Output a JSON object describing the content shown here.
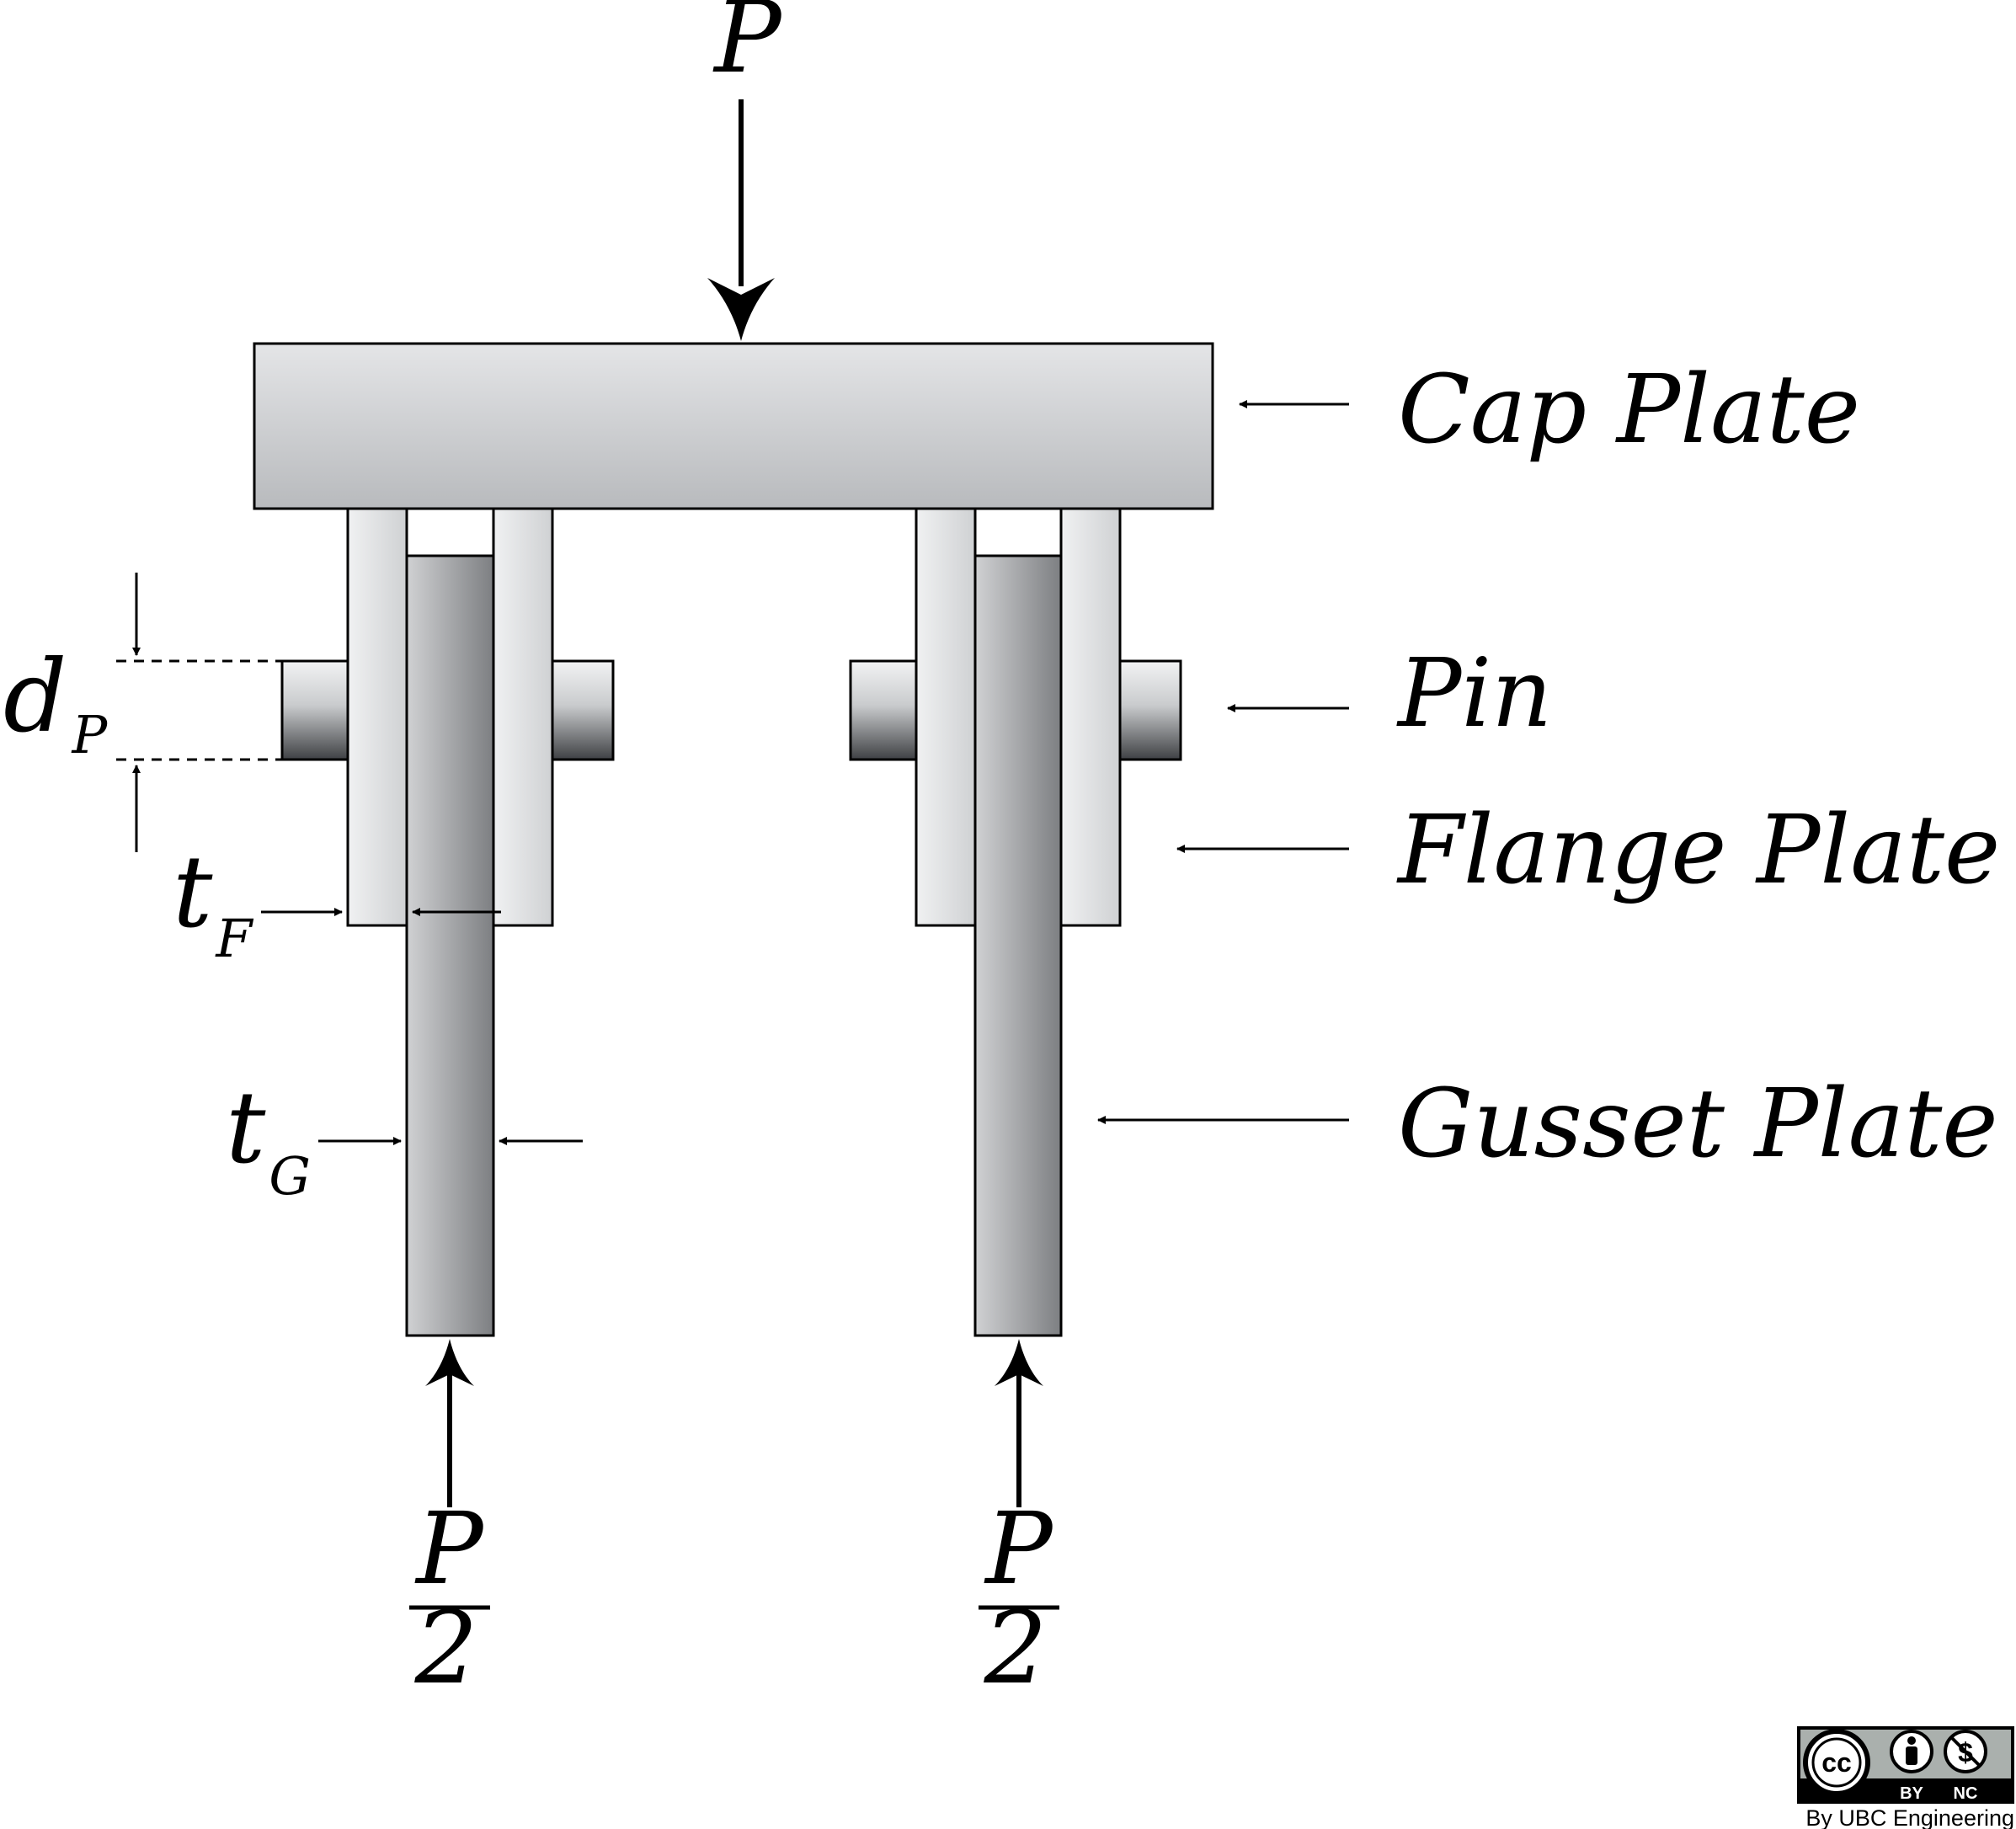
{
  "labels": {
    "cap_plate": "Cap Plate",
    "pin": "Pin",
    "flange_plate": "Flange Plate",
    "gusset_plate": "Gusset Plate"
  },
  "loads": {
    "applied": "P",
    "reaction_numerator": "P",
    "reaction_denominator": "2"
  },
  "dimensions": {
    "pin_diameter": {
      "symbol": "d",
      "subscript": "P"
    },
    "flange_thickness": {
      "symbol": "t",
      "subscript": "F"
    },
    "gusset_thickness": {
      "symbol": "t",
      "subscript": "G"
    }
  },
  "license": {
    "badge_cc": "cc",
    "badge_by": "BY",
    "badge_nc": "NC",
    "credit": "By UBC Engineering"
  }
}
